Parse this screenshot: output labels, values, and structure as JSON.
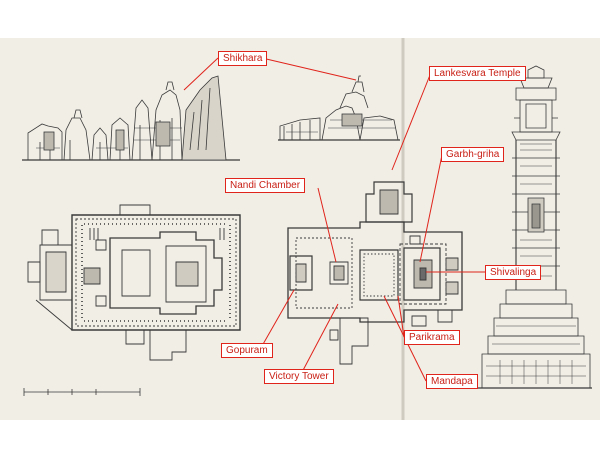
{
  "colors": {
    "paper": "#f1eee6",
    "ink": "#3a3a3a",
    "callout_red": "#e0241b",
    "gutter": "#cfcbc0"
  },
  "callouts": {
    "shikhara": "Shikhara",
    "lankesvara_temple": "Lankesvara Temple",
    "garbh_griha": "Garbh-griha",
    "nandi_chamber": "Nandi Chamber",
    "shivalinga": "Shivalinga",
    "parikrama": "Parikrama",
    "gopuram": "Gopuram",
    "victory_tower": "Victory Tower",
    "mandapa": "Mandapa"
  }
}
